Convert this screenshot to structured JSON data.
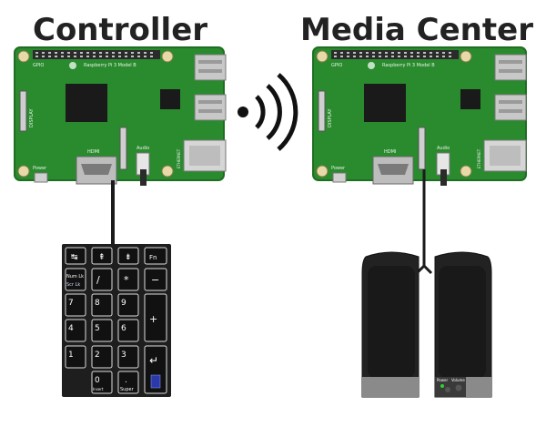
{
  "labels": {
    "controller": "Controller",
    "media_center": "Media Center"
  },
  "board": {
    "brand_text": "Raspberry Pi 3 Model B",
    "gpio_label": "GPIO",
    "hdmi_label": "HDMI",
    "audio_label": "Audio",
    "power_label": "Power",
    "eth_label": "ETHERNET",
    "display_label": "DISPLAY"
  },
  "keypad": {
    "keys": {
      "k_tab": "↹",
      "k_up1": "⇞",
      "k_up2": "⇟",
      "k_fn": "Fn",
      "k_numlk": "Num Lk",
      "k_scrlk": "Scr Lk",
      "k_div": "/",
      "k_mul": "*",
      "k_minus": "−",
      "k_7": "7",
      "k_8": "8",
      "k_9": "9",
      "k_plus": "+",
      "k_4": "4",
      "k_5": "5",
      "k_6": "6",
      "k_1": "1",
      "k_2": "2",
      "k_3": "3",
      "k_enter": "↵",
      "k_0": "0",
      "k_ins": "Insert",
      "k_dot": ".",
      "k_super": "Super"
    }
  },
  "speakers": {
    "power_label": "Power",
    "volume_label": "Volume"
  },
  "colors": {
    "pcb": "#2a8a2e",
    "pcb_edge": "#1f6e23",
    "keypad_bg": "#1e1e1e",
    "speaker_bg": "#222222",
    "cable": "#1b1b1b"
  }
}
